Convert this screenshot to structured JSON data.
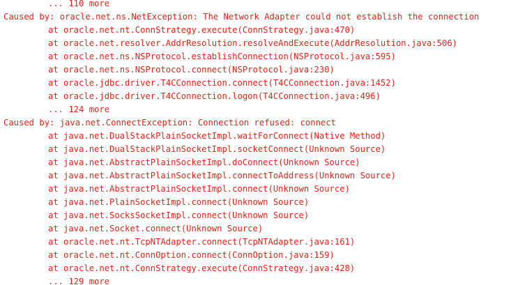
{
  "console": {
    "text_color": "#e2231a",
    "background": "#ffffff",
    "lines": [
      {
        "indent": true,
        "text": "... 110 more"
      },
      {
        "indent": false,
        "text": "Caused by: oracle.net.ns.NetException: The Network Adapter could not establish the connection"
      },
      {
        "indent": true,
        "text": "at oracle.net.nt.ConnStrategy.execute(ConnStrategy.java:470)"
      },
      {
        "indent": true,
        "text": "at oracle.net.resolver.AddrResolution.resolveAndExecute(AddrResolution.java:506)"
      },
      {
        "indent": true,
        "text": "at oracle.net.ns.NSProtocol.establishConnection(NSProtocol.java:595)"
      },
      {
        "indent": true,
        "text": "at oracle.net.ns.NSProtocol.connect(NSProtocol.java:230)"
      },
      {
        "indent": true,
        "text": "at oracle.jdbc.driver.T4CConnection.connect(T4CConnection.java:1452)"
      },
      {
        "indent": true,
        "text": "at oracle.jdbc.driver.T4CConnection.logon(T4CConnection.java:496)"
      },
      {
        "indent": true,
        "text": "... 124 more"
      },
      {
        "indent": false,
        "text": "Caused by: java.net.ConnectException: Connection refused: connect"
      },
      {
        "indent": true,
        "text": "at java.net.DualStackPlainSocketImpl.waitForConnect(Native Method)"
      },
      {
        "indent": true,
        "text": "at java.net.DualStackPlainSocketImpl.socketConnect(Unknown Source)"
      },
      {
        "indent": true,
        "text": "at java.net.AbstractPlainSocketImpl.doConnect(Unknown Source)"
      },
      {
        "indent": true,
        "text": "at java.net.AbstractPlainSocketImpl.connectToAddress(Unknown Source)"
      },
      {
        "indent": true,
        "text": "at java.net.AbstractPlainSocketImpl.connect(Unknown Source)"
      },
      {
        "indent": true,
        "text": "at java.net.PlainSocketImpl.connect(Unknown Source)"
      },
      {
        "indent": true,
        "text": "at java.net.SocksSocketImpl.connect(Unknown Source)"
      },
      {
        "indent": true,
        "text": "at java.net.Socket.connect(Unknown Source)"
      },
      {
        "indent": true,
        "text": "at oracle.net.nt.TcpNTAdapter.connect(TcpNTAdapter.java:161)"
      },
      {
        "indent": true,
        "text": "at oracle.net.nt.ConnOption.connect(ConnOption.java:159)"
      },
      {
        "indent": true,
        "text": "at oracle.net.nt.ConnStrategy.execute(ConnStrategy.java:428)"
      },
      {
        "indent": true,
        "text": "... 129 more"
      }
    ]
  }
}
